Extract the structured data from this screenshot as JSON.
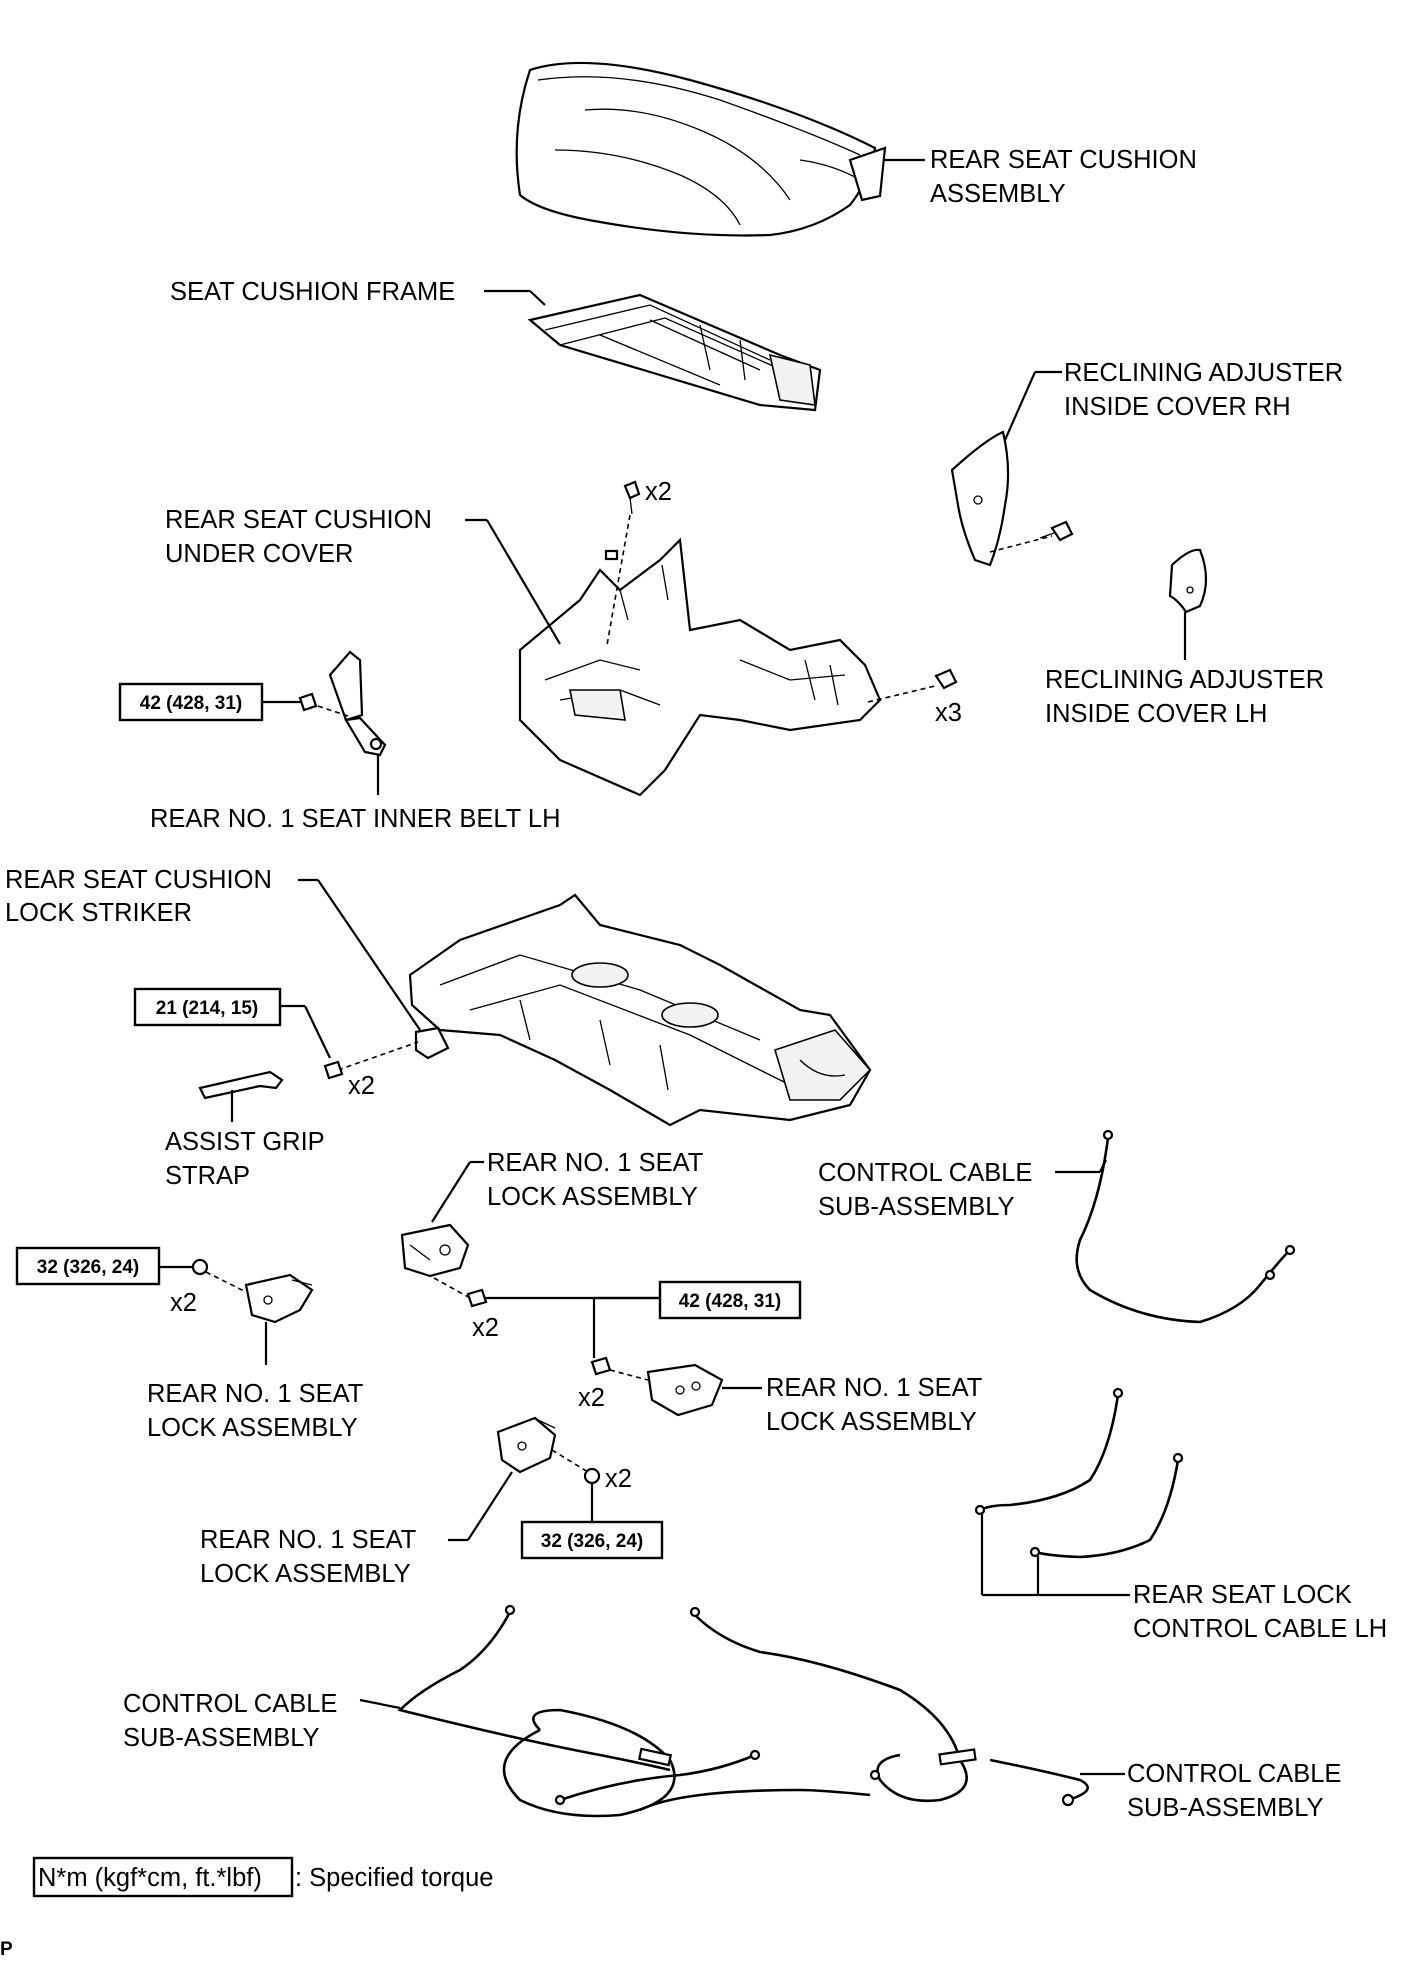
{
  "labels": {
    "rear_seat_cushion": [
      "REAR SEAT CUSHION",
      "ASSEMBLY"
    ],
    "seat_cushion_frame": [
      "SEAT CUSHION FRAME"
    ],
    "reclining_cover_rh": [
      "RECLINING ADJUSTER",
      "INSIDE COVER RH"
    ],
    "under_cover": [
      "REAR SEAT CUSHION",
      "UNDER COVER"
    ],
    "reclining_cover_lh": [
      "RECLINING ADJUSTER",
      "INSIDE COVER LH"
    ],
    "inner_belt": [
      "REAR NO. 1 SEAT INNER BELT LH"
    ],
    "lock_striker": [
      "REAR SEAT CUSHION",
      "LOCK STRIKER"
    ],
    "assist_grip": [
      "ASSIST GRIP",
      "STRAP"
    ],
    "lock_assy_upper": [
      "REAR NO. 1 SEAT",
      "LOCK ASSEMBLY"
    ],
    "control_cable_upper": [
      "CONTROL CABLE",
      "SUB-ASSEMBLY"
    ],
    "lock_assy_left": [
      "REAR NO. 1 SEAT",
      "LOCK ASSEMBLY"
    ],
    "lock_assy_right": [
      "REAR NO. 1 SEAT",
      "LOCK ASSEMBLY"
    ],
    "lock_assy_lower": [
      "REAR NO. 1 SEAT",
      "LOCK ASSEMBLY"
    ],
    "lock_control_cable": [
      "REAR SEAT LOCK",
      "CONTROL CABLE LH"
    ],
    "control_cable_left": [
      "CONTROL CABLE",
      "SUB-ASSEMBLY"
    ],
    "control_cable_right": [
      "CONTROL CABLE",
      "SUB-ASSEMBLY"
    ]
  },
  "torque": {
    "belt": "42 (428, 31)",
    "striker": "21 (214, 15)",
    "lock_left": "32 (326, 24)",
    "lock_center": "42 (428, 31)",
    "lock_lower": "32 (326, 24)"
  },
  "quantities": {
    "under_cover_top": "x2",
    "under_cover_right": "x3",
    "striker": "x2",
    "lock_left": "x2",
    "lock_upper": "x2",
    "lock_right": "x2",
    "lock_lower": "x2"
  },
  "legend": {
    "unit": "N*m (kgf*cm, ft.*lbf)",
    "text": ": Specified torque"
  },
  "corner_mark": "P"
}
